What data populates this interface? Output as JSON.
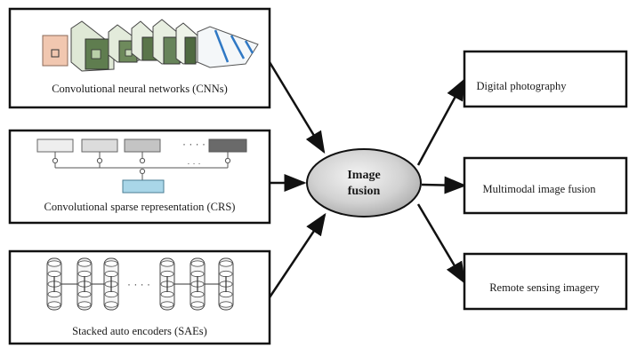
{
  "diagram": {
    "center": {
      "line1": "Image",
      "line2": "fusion"
    },
    "methods": [
      {
        "label": "Convolutional neural networks (CNNs)"
      },
      {
        "label": "Convolutional sparse representation (CRS)"
      },
      {
        "label": "Stacked auto encoders (SAEs)"
      }
    ],
    "applications": [
      {
        "label": "Digital photography"
      },
      {
        "label": "Multimodal image fusion"
      },
      {
        "label": "Remote sensing imagery"
      }
    ],
    "colors": {
      "crs_filter": "#a9d6e8",
      "cnn_layer": "#5f7d4f",
      "cnn_input": "#f1c7b0",
      "cnn_output_accent": "#2f78c4"
    }
  }
}
